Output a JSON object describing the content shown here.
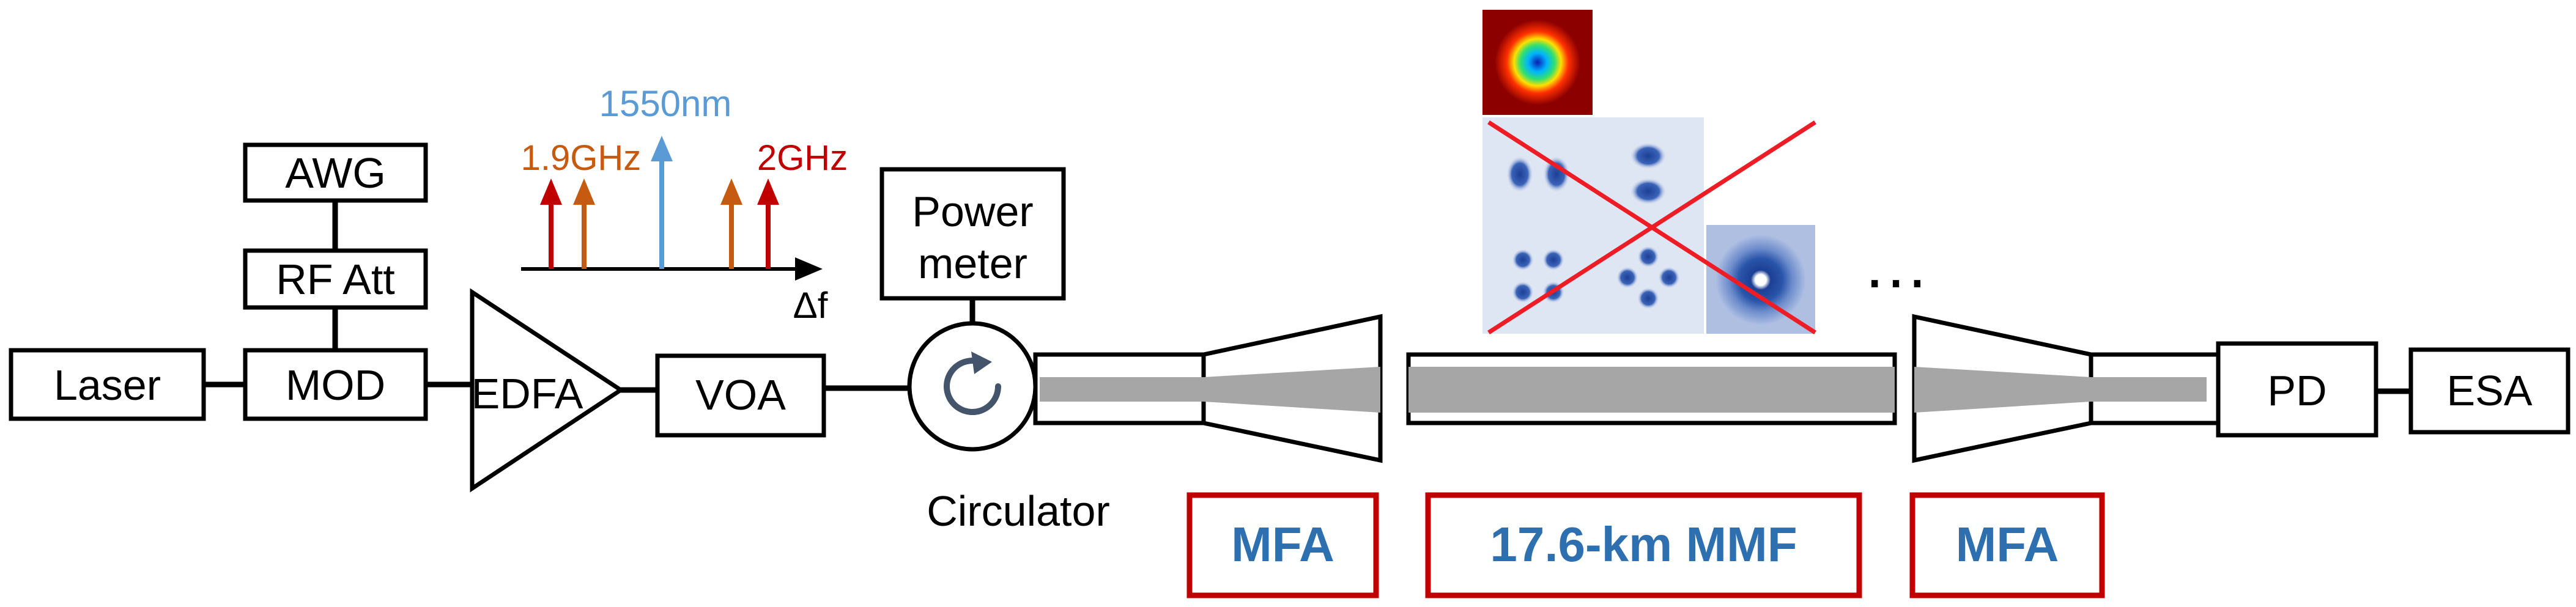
{
  "colors": {
    "label_blue": "#2e6fb0",
    "label_box_red": "#c00000",
    "fiber_gray": "#a6a6a6",
    "cross_red": "#ee1c24",
    "arrow_blue": "#5b9bd5",
    "arrow_orange": "#c65a11",
    "arrow_red": "#c00000",
    "mode_blue": "#2350a3"
  },
  "components": {
    "laser": "Laser",
    "mod": "MOD",
    "rf_att": "RF Att",
    "awg": "AWG",
    "edfa": "EDFA",
    "voa": "VOA",
    "power_meter_line1": "Power",
    "power_meter_line2": "meter",
    "circulator": "Circulator",
    "pd": "PD",
    "esa": "ESA"
  },
  "spectrum": {
    "carrier_label": "1550nm",
    "left_sideband_label": "1.9GHz",
    "right_sideband_label": "2GHz",
    "axis_label": "Δf"
  },
  "labels": {
    "mfa_left": "MFA",
    "mmf": "17.6-km MMF",
    "mfa_right": "MFA",
    "ellipsis": "…"
  },
  "icons": {
    "circulator": "circular-arrow-icon",
    "modes": [
      "fundamental-mode-icon",
      "two-lobe-mode-icon",
      "four-lobe-mode-icon",
      "ring-mode-icon"
    ]
  }
}
